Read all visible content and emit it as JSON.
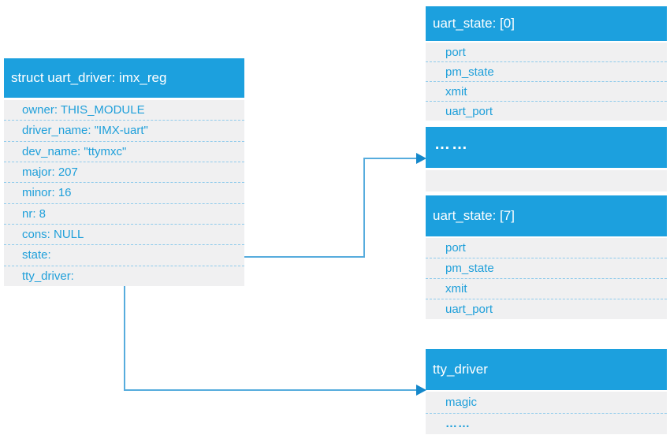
{
  "colors": {
    "header_blue": "#1CA0DE",
    "body_gray": "#F0F0F1",
    "text_blue": "#1E9FDA",
    "separator": "#8FCBEC",
    "arrow_line": "#56ACDD",
    "arrow_head": "#1488CB"
  },
  "driver_box": {
    "title": "struct uart_driver:  imx_reg",
    "fields": [
      "owner:  THIS_MODULE",
      "driver_name:  \"IMX-uart\"",
      "dev_name:  \"ttymxc\"",
      "major:  207",
      "minor:  16",
      "nr:  8",
      "cons:  NULL",
      "state:",
      "tty_driver:"
    ]
  },
  "uart_state_0_box": {
    "title": "uart_state:  [0]",
    "fields": [
      "port",
      "pm_state",
      "xmit",
      "uart_port"
    ]
  },
  "ellipsis_bar": {
    "label": "……"
  },
  "uart_state_7_box": {
    "title": "uart_state:  [7]",
    "fields": [
      "port",
      "pm_state",
      "xmit",
      "uart_port"
    ]
  },
  "tty_driver_box": {
    "title": "tty_driver",
    "fields": [
      "magic",
      "……"
    ]
  }
}
